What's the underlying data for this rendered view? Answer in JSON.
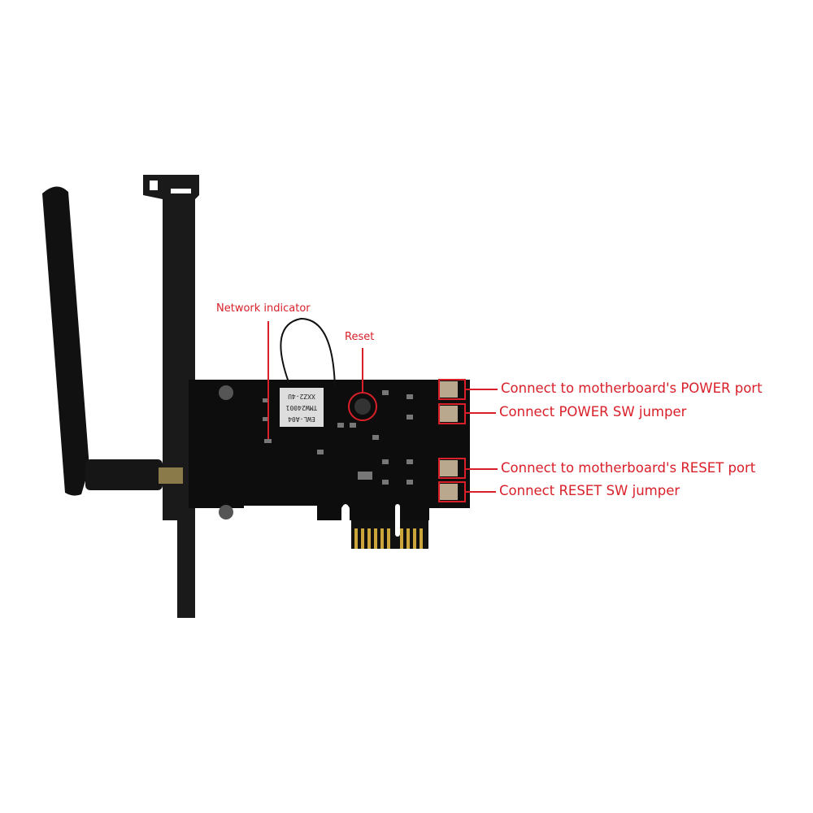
{
  "accent_color": "#d9202a",
  "pcb_color": "#0d0d0d",
  "callouts": {
    "network_indicator": "Network indicator",
    "reset": "Reset",
    "power_port": "Connect to motherboard's POWER port",
    "power_sw": "Connect POWER SW jumper",
    "reset_port": "Connect to motherboard's RESET port",
    "reset_sw": "Connect RESET SW jumper"
  },
  "module_text": [
    "EWL-A04",
    "TMW24001",
    "XXZ2-4U"
  ]
}
